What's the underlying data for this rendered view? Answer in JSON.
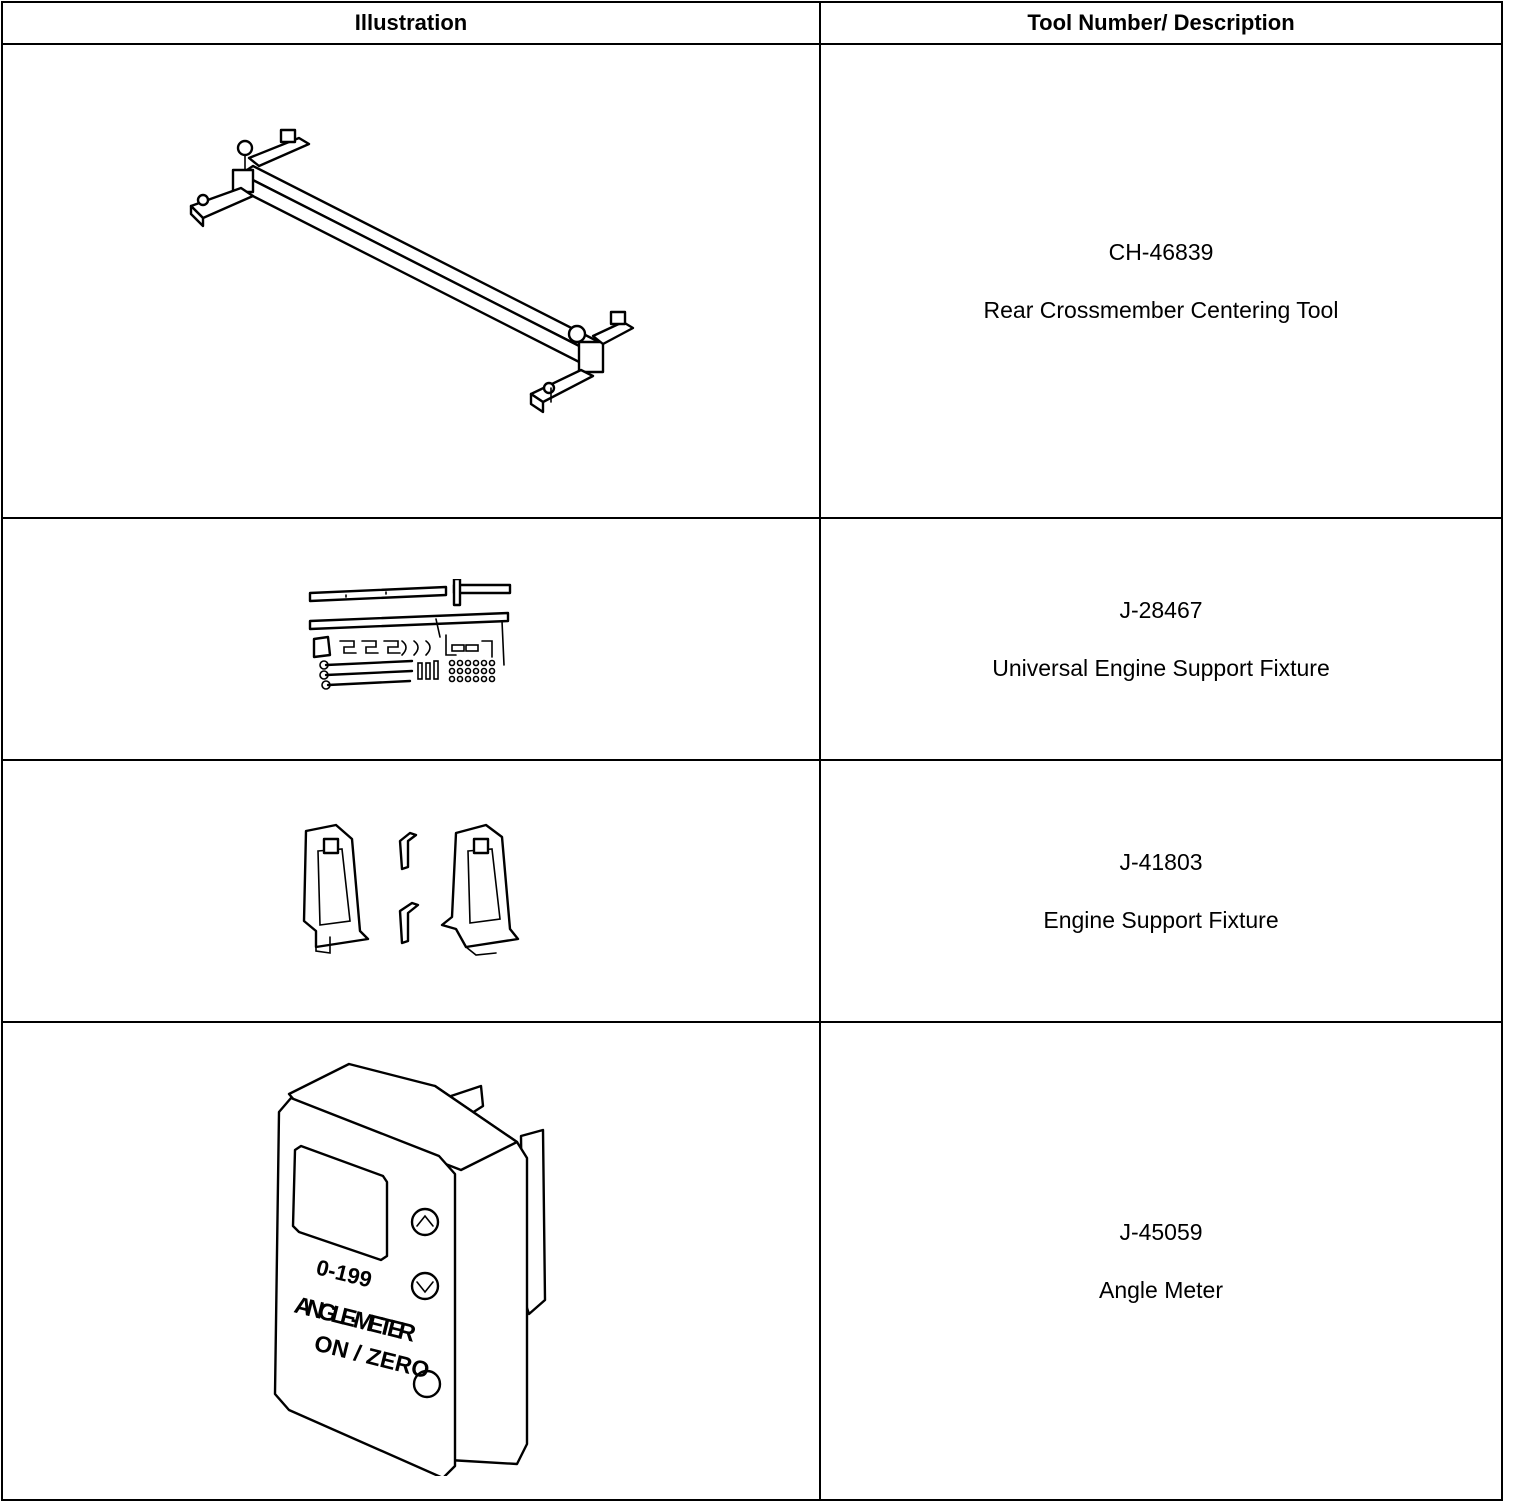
{
  "table": {
    "header": {
      "illustration": "Illustration",
      "description": "Tool Number/ Description"
    },
    "rows": [
      {
        "tool_number": "CH-46839",
        "description": "Rear Crossmember Centering Tool",
        "illustration_icon": "crossmember-centering-tool-icon"
      },
      {
        "tool_number": "J-28467",
        "description": "Universal Engine Support Fixture",
        "illustration_icon": "engine-support-fixture-kit-icon"
      },
      {
        "tool_number": "J-41803",
        "description": "Engine Support Fixture",
        "illustration_icon": "engine-support-brackets-icon"
      },
      {
        "tool_number": "J-45059",
        "description": "Angle Meter",
        "illustration_icon": "angle-meter-icon",
        "device_labels": {
          "range": "0-199",
          "model": "ANGLE-METER",
          "button": "ON / ZERO"
        }
      }
    ]
  }
}
